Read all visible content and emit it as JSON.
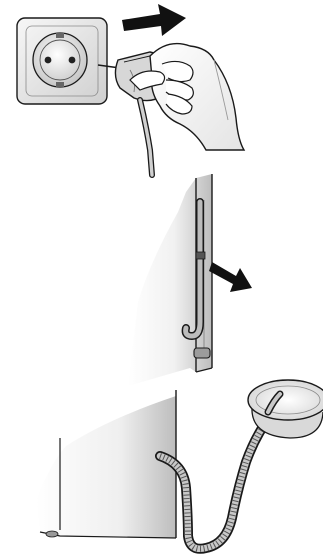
{
  "document": {
    "illustrations": [
      {
        "subject": "unplug-power-cord",
        "icon": "plug-pull-icon"
      },
      {
        "subject": "remove-drain-hose-from-side-clip",
        "icon": "hose-clip-icon"
      },
      {
        "subject": "place-drain-hose-in-bowl",
        "icon": "hose-bowl-icon"
      }
    ],
    "colors": {
      "outline": "#1a1a1a",
      "shade_light": "#e6e6e6",
      "shade_mid": "#bdbdbd",
      "arrow": "#111111"
    }
  }
}
